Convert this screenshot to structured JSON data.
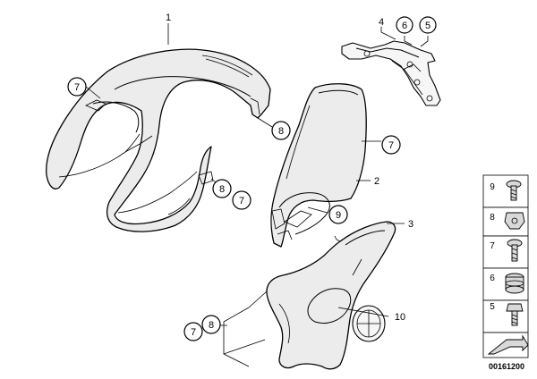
{
  "callouts": {
    "c1": "1",
    "c2": "2",
    "c3": "3",
    "c4": "4",
    "c5": "5",
    "c6": "6",
    "c7a": "7",
    "c7b": "7",
    "c7c": "7",
    "c7d": "7",
    "c8a": "8",
    "c8b": "8",
    "c8c": "8",
    "c9": "9",
    "c10": "10"
  },
  "legend": {
    "items": [
      "9",
      "8",
      "7",
      "6",
      "5"
    ]
  },
  "diagram_id": "00161200"
}
